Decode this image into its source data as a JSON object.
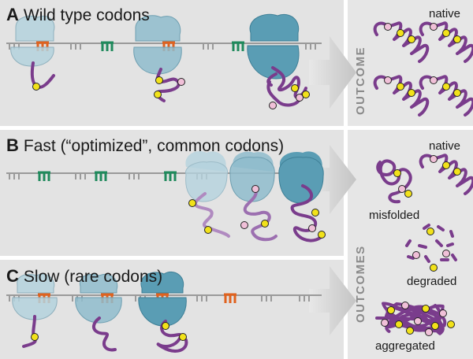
{
  "panels": [
    {
      "letter": "A",
      "title": "Wild type codons"
    },
    {
      "letter": "B",
      "title": "Fast (“optimized”, common codons)"
    },
    {
      "letter": "C",
      "title": "Slow (rare codons)"
    }
  ],
  "outcome_labels": {
    "single": "OUTCOME",
    "multiple": "OUTCOMES"
  },
  "outcomes": {
    "a_native": "native",
    "b_native": "native",
    "misfolded": "misfolded",
    "degraded": "degraded",
    "aggregated": "aggregated"
  },
  "colors": {
    "panel_bg": "#e3e3e3",
    "outcome_bg": "#e6e6e6",
    "ribosome_light": "#b4d2dd",
    "ribosome_mid": "#8fbccc",
    "ribosome_dark": "#5a9db4",
    "protein": "#7a3c8c",
    "codon_common": "#1f8a5c",
    "codon_rare": "#e0621e",
    "codon_neutral": "#9a9a9a",
    "bead_yellow": "#f2e21a",
    "bead_pink": "#f0c0d8"
  }
}
